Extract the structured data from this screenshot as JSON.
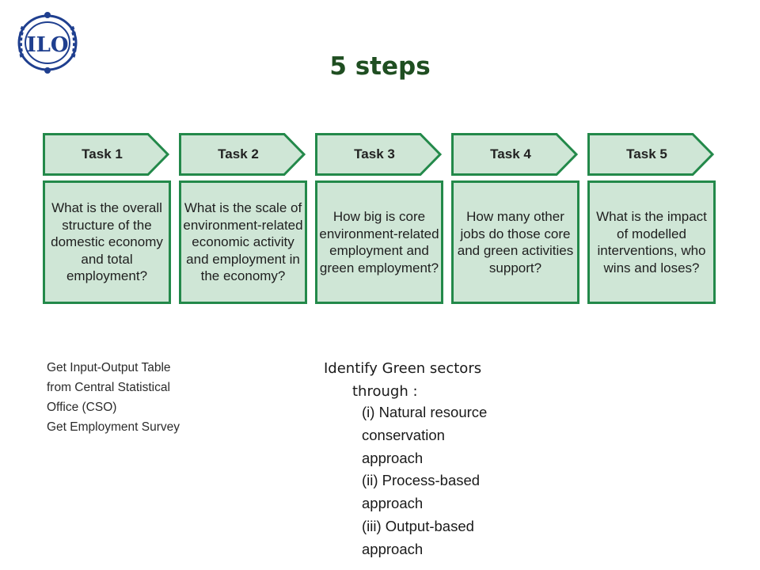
{
  "logo": {
    "text": "ILO"
  },
  "title": "5 steps",
  "tasks": [
    {
      "label": "Task 1",
      "question": "What is the overall structure of the domestic economy and total employment?"
    },
    {
      "label": "Task 2",
      "question": "What is the scale of environment-related economic activity and employment in the economy?"
    },
    {
      "label": "Task 3",
      "question": "How big is core environment-related employment and green employment?"
    },
    {
      "label": "Task 4",
      "question": "How many other jobs do those core and green activities support?"
    },
    {
      "label": "Task 5",
      "question": "What is the impact of modelled interventions, who wins and loses?"
    }
  ],
  "left_notes": {
    "line1": "Get Input-Output  Table",
    "line2": "from Central Statistical",
    "line3": "Office (CSO)",
    "line4": "Get Employment Survey"
  },
  "right_notes": {
    "heading": "Identify Green sectors",
    "subheading": "through :",
    "items": [
      "(i) Natural resource",
      "conservation",
      "approach",
      "(ii) Process-based",
      "approach",
      "(iii) Output-based",
      "approach"
    ]
  },
  "colors": {
    "title": "#1f4e21",
    "task_fill": "#cfe6d6",
    "task_border": "#23894a",
    "logo_blue": "#1f3f8f"
  }
}
